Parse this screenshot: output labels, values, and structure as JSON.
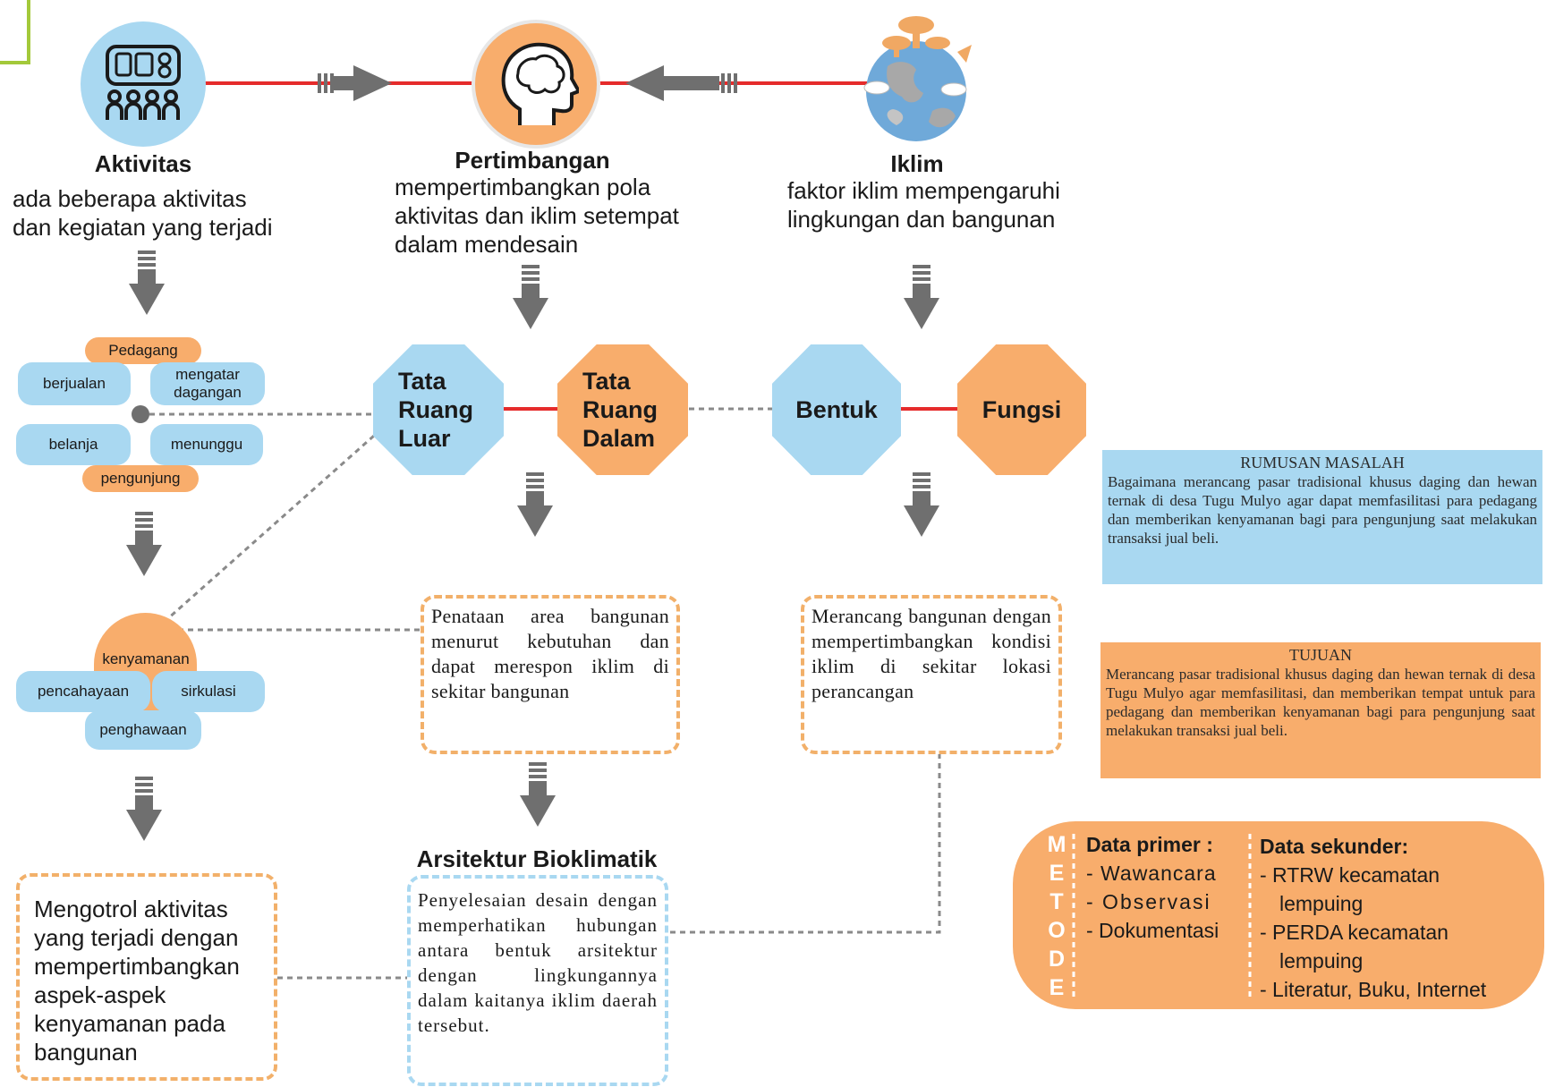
{
  "colors": {
    "blue": "#a9d8f1",
    "orange": "#f8ad6c",
    "red_line": "#e52b2b",
    "arrow_gray": "#6f6f6f",
    "dash_gray": "#8a8a8a"
  },
  "top_nodes": {
    "aktivitas": {
      "icon": "activities-icon",
      "title": "Aktivitas",
      "desc_lines": [
        "ada beberapa aktivitas",
        "dan kegiatan yang terjadi"
      ]
    },
    "pertimbangan": {
      "icon": "brain-head-icon",
      "title": "Pertimbangan",
      "desc_lines": [
        "mempertimbangkan pola",
        "aktivitas dan iklim setempat",
        "dalam mendesain"
      ]
    },
    "iklim": {
      "icon": "globe-icon",
      "title": "Iklim",
      "desc_lines": [
        "faktor iklim mempengaruhi",
        "lingkungan dan bangunan"
      ]
    }
  },
  "activity_cluster": {
    "pedagang": "Pedagang",
    "berjualan": "berjualan",
    "mengatar_dagangan": "mengatar dagangan",
    "belanja": "belanja",
    "menunggu": "menunggu",
    "pengunjung": "pengunjung"
  },
  "comfort_cluster": {
    "kenyamanan": "kenyamanan",
    "pencahayaan": "pencahayaan",
    "sirkulasi": "sirkulasi",
    "penghawaan": "penghawaan"
  },
  "concepts": {
    "tata_ruang_luar": [
      "Tata",
      "Ruang",
      "Luar"
    ],
    "tata_ruang_dalam": [
      "Tata",
      "Ruang",
      "Dalam"
    ],
    "bentuk": "Bentuk",
    "fungsi": "Fungsi"
  },
  "boxes": {
    "penataan": "Penataan area bangunan menurut kebutuhan dan dapat merespon iklim di sekitar bangunan",
    "merancang": "Merancang bangunan dengan mempertimbangkan kondisi iklim di sekitar lokasi perancangan",
    "mengontrol": "Mengotrol aktivitas yang terjadi dengan mempertimbangkan aspek-aspek kenyamanan pada bangunan",
    "arsitektur_title": "Arsitektur Bioklimatik",
    "arsitektur": "Penyelesaian desain dengan memperhatikan hubungan antara bentuk arsitektur dengan lingkungannya dalam kaitanya iklim daerah tersebut."
  },
  "rumusan": {
    "title": "RUMUSAN MASALAH",
    "text": "Bagaimana merancang pasar tradisional khusus daging dan hewan ternak di desa Tugu Mulyo agar dapat memfasilitasi para pedagang dan memberikan kenyamanan bagi para pengunjung saat melakukan transaksi jual beli."
  },
  "tujuan": {
    "title": "TUJUAN",
    "text": "Merancang pasar tradisional khusus daging dan hewan ternak di desa Tugu Mulyo agar memfasilitasi, dan memberikan tempat untuk para pedagang dan memberikan kenyamanan bagi para pengunjung saat melakukan transaksi jual beli."
  },
  "metode": {
    "letters": [
      "M",
      "E",
      "T",
      "O",
      "D",
      "E"
    ],
    "primer_title": "Data primer :",
    "primer_items": [
      "- Wawancara",
      "- Observasi",
      "- Dokumentasi"
    ],
    "sekunder_title": "Data sekunder:",
    "sekunder_items": [
      "- RTRW kecamatan",
      "lempuing",
      "- PERDA kecamatan",
      "lempuing",
      "- Literatur, Buku, Internet"
    ]
  }
}
